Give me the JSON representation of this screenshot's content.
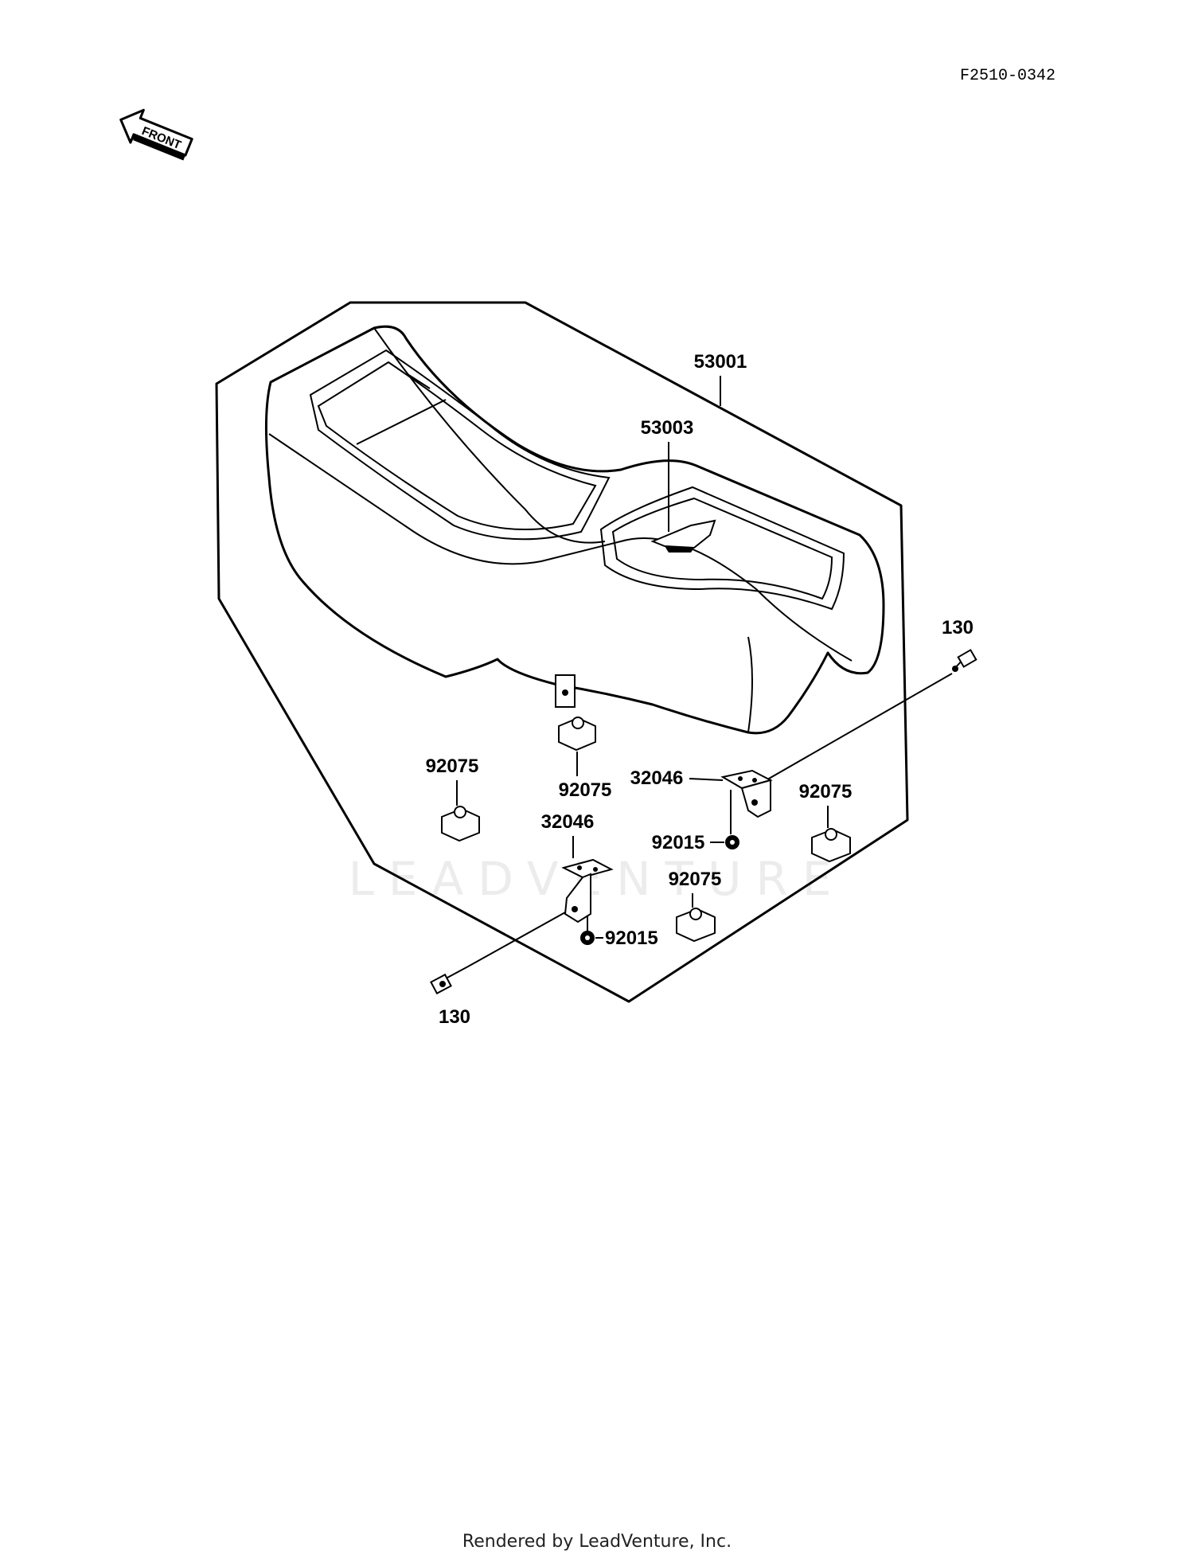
{
  "header": {
    "figure_code": "F2510-0342"
  },
  "orientation": {
    "front_label": "FRONT"
  },
  "watermark": "LEADVENTURE",
  "parts": {
    "seat": "53001",
    "emblem": "53003",
    "bolt_right": "130",
    "bolt_left": "130",
    "damper_left": "92075",
    "damper_center": "92075",
    "damper_right": "92075",
    "damper_front": "92075",
    "bracket_right": "32046",
    "bracket_left": "32046",
    "nut_right": "92015",
    "nut_left": "92015"
  },
  "footer": {
    "credit": "Rendered by LeadVenture, Inc."
  }
}
